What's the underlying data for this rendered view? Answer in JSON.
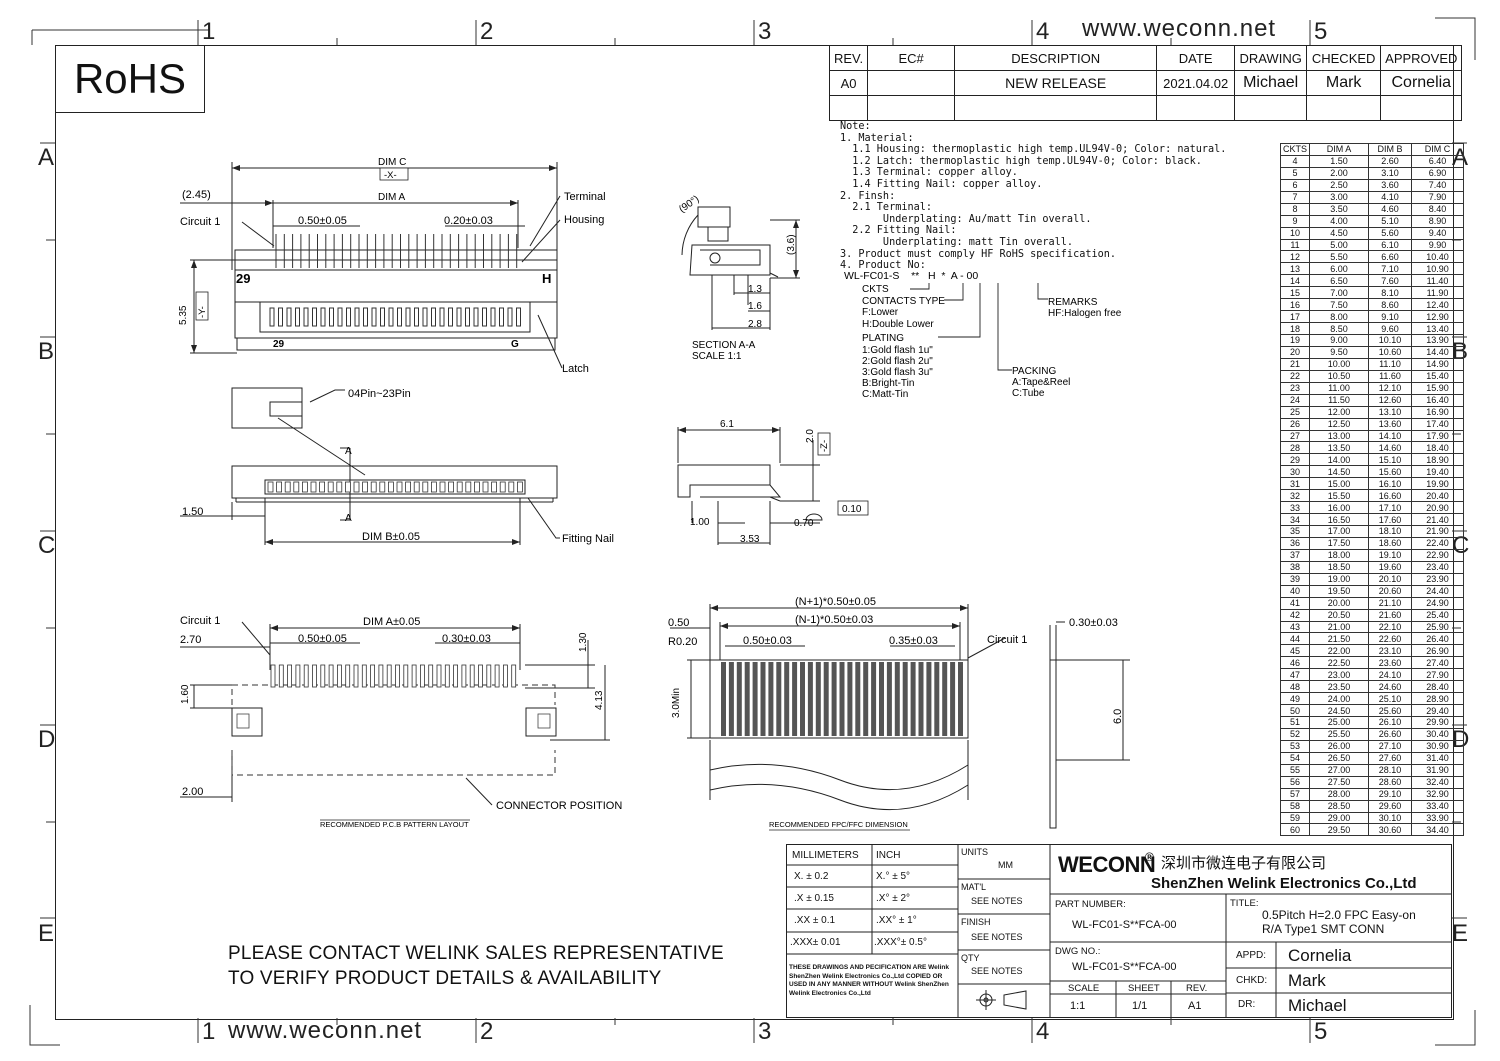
{
  "header": {
    "rohs": "RoHS",
    "url_top": "www.weconn.net",
    "url_bottom": "www.weconn.net"
  },
  "zones": {
    "columns": [
      "1",
      "2",
      "3",
      "4",
      "5"
    ],
    "rows": [
      "A",
      "B",
      "C",
      "D",
      "E"
    ]
  },
  "revision_block": {
    "headers": [
      "REV.",
      "EC#",
      "DESCRIPTION",
      "DATE",
      "DRAWING",
      "CHECKED",
      "APPROVED"
    ],
    "row": [
      "A0",
      "",
      "NEW RELEASE",
      "2021.04.02",
      "Michael",
      "Mark",
      "Cornelia"
    ]
  },
  "notes": [
    "Note:",
    "1. Material:",
    "  1.1 Housing: thermoplastic high temp.UL94V-0; Color: natural.",
    "  1.2 Latch: thermoplastic high temp.UL94V-0; Color: black.",
    "  1.3 Terminal: copper alloy.",
    "  1.4 Fitting Nail: copper alloy.",
    "2. Finsh:",
    "  2.1 Terminal:",
    "       Underplating: Au/matt Tin overall.",
    "  2.2 Fitting Nail:",
    "       Underplating: matt Tin overall.",
    "3. Product must comply HF RoHS specification.",
    "4. Product No:"
  ],
  "product_code": {
    "code": "WL-FC01-S    **   H  *  A - 00",
    "ckts": "CKTS",
    "contacts_type": "CONTACTS TYPE",
    "contacts_f": "F:Lower",
    "contacts_h": "H:Double Lower",
    "plating": "PLATING",
    "plating_1": "1:Gold flash 1u\"",
    "plating_2": "2:Gold flash 2u\"",
    "plating_3": "3:Gold flash 3u\"",
    "plating_b": "B:Bright-Tin",
    "plating_c": "C:Matt-Tin",
    "packing": "PACKING",
    "packing_a": "A:Tape&Reel",
    "packing_c": "C:Tube",
    "remarks": "REMARKS",
    "remarks_hf": "HF:Halogen free"
  },
  "dim_table": {
    "headers": [
      "CKTS",
      "DIM A",
      "DIM B",
      "DIM C"
    ],
    "rows": [
      [
        "4",
        "1.50",
        "2.60",
        "6.40"
      ],
      [
        "5",
        "2.00",
        "3.10",
        "6.90"
      ],
      [
        "6",
        "2.50",
        "3.60",
        "7.40"
      ],
      [
        "7",
        "3.00",
        "4.10",
        "7.90"
      ],
      [
        "8",
        "3.50",
        "4.60",
        "8.40"
      ],
      [
        "9",
        "4.00",
        "5.10",
        "8.90"
      ],
      [
        "10",
        "4.50",
        "5.60",
        "9.40"
      ],
      [
        "11",
        "5.00",
        "6.10",
        "9.90"
      ],
      [
        "12",
        "5.50",
        "6.60",
        "10.40"
      ],
      [
        "13",
        "6.00",
        "7.10",
        "10.90"
      ],
      [
        "14",
        "6.50",
        "7.60",
        "11.40"
      ],
      [
        "15",
        "7.00",
        "8.10",
        "11.90"
      ],
      [
        "16",
        "7.50",
        "8.60",
        "12.40"
      ],
      [
        "17",
        "8.00",
        "9.10",
        "12.90"
      ],
      [
        "18",
        "8.50",
        "9.60",
        "13.40"
      ],
      [
        "19",
        "9.00",
        "10.10",
        "13.90"
      ],
      [
        "20",
        "9.50",
        "10.60",
        "14.40"
      ],
      [
        "21",
        "10.00",
        "11.10",
        "14.90"
      ],
      [
        "22",
        "10.50",
        "11.60",
        "15.40"
      ],
      [
        "23",
        "11.00",
        "12.10",
        "15.90"
      ],
      [
        "24",
        "11.50",
        "12.60",
        "16.40"
      ],
      [
        "25",
        "12.00",
        "13.10",
        "16.90"
      ],
      [
        "26",
        "12.50",
        "13.60",
        "17.40"
      ],
      [
        "27",
        "13.00",
        "14.10",
        "17.90"
      ],
      [
        "28",
        "13.50",
        "14.60",
        "18.40"
      ],
      [
        "29",
        "14.00",
        "15.10",
        "18.90"
      ],
      [
        "30",
        "14.50",
        "15.60",
        "19.40"
      ],
      [
        "31",
        "15.00",
        "16.10",
        "19.90"
      ],
      [
        "32",
        "15.50",
        "16.60",
        "20.40"
      ],
      [
        "33",
        "16.00",
        "17.10",
        "20.90"
      ],
      [
        "34",
        "16.50",
        "17.60",
        "21.40"
      ],
      [
        "35",
        "17.00",
        "18.10",
        "21.90"
      ],
      [
        "36",
        "17.50",
        "18.60",
        "22.40"
      ],
      [
        "37",
        "18.00",
        "19.10",
        "22.90"
      ],
      [
        "38",
        "18.50",
        "19.60",
        "23.40"
      ],
      [
        "39",
        "19.00",
        "20.10",
        "23.90"
      ],
      [
        "40",
        "19.50",
        "20.60",
        "24.40"
      ],
      [
        "41",
        "20.00",
        "21.10",
        "24.90"
      ],
      [
        "42",
        "20.50",
        "21.60",
        "25.40"
      ],
      [
        "43",
        "21.00",
        "22.10",
        "25.90"
      ],
      [
        "44",
        "21.50",
        "22.60",
        "26.40"
      ],
      [
        "45",
        "22.00",
        "23.10",
        "26.90"
      ],
      [
        "46",
        "22.50",
        "23.60",
        "27.40"
      ],
      [
        "47",
        "23.00",
        "24.10",
        "27.90"
      ],
      [
        "48",
        "23.50",
        "24.60",
        "28.40"
      ],
      [
        "49",
        "24.00",
        "25.10",
        "28.90"
      ],
      [
        "50",
        "24.50",
        "25.60",
        "29.40"
      ],
      [
        "51",
        "25.00",
        "26.10",
        "29.90"
      ],
      [
        "52",
        "25.50",
        "26.60",
        "30.40"
      ],
      [
        "53",
        "26.00",
        "27.10",
        "30.90"
      ],
      [
        "54",
        "26.50",
        "27.60",
        "31.40"
      ],
      [
        "55",
        "27.00",
        "28.10",
        "31.90"
      ],
      [
        "56",
        "27.50",
        "28.60",
        "32.40"
      ],
      [
        "57",
        "28.00",
        "29.10",
        "32.90"
      ],
      [
        "58",
        "28.50",
        "29.60",
        "33.40"
      ],
      [
        "59",
        "29.00",
        "30.10",
        "33.90"
      ],
      [
        "60",
        "29.50",
        "30.60",
        "34.40"
      ]
    ]
  },
  "views": {
    "top": {
      "dim_c": "DIM C",
      "x_datum": "-X-",
      "dim_a": "DIM A",
      "offset": "(2.45)",
      "circuit1": "Circuit 1",
      "pitch": "0.50±0.05",
      "width": "0.20±0.03",
      "terminal": "Terminal",
      "housing": "Housing",
      "height": "5.35",
      "y_datum": "-Y-",
      "pin29_top": "29",
      "pin_h": "H",
      "pin29_bottom": "29",
      "pin_g": "G",
      "latch": "Latch"
    },
    "front": {
      "pin_range": "04Pin~23Pin",
      "section_a_top": "A",
      "section_a_bottom": "A",
      "offset": "1.50",
      "dim_b": "DIM B±0.05",
      "fitting_nail": "Fitting Nail"
    },
    "section": {
      "angle": "(90°)",
      "height": "(3.6)",
      "d1": "1.3",
      "d2": "1.6",
      "d3": "2.8",
      "label": "SECTION  A-A",
      "scale": "SCALE     1:1"
    },
    "side": {
      "depth": "6.1",
      "height": "2.0",
      "z_datum": "-Z-",
      "flatness": "0.10",
      "d1": "1.00",
      "d2": "3.53",
      "d3": "0.70"
    },
    "pcb": {
      "circuit1": "Circuit 1",
      "dim_a": "DIM A±0.05",
      "offset": "2.70",
      "pitch": "0.50±0.05",
      "width": "0.30±0.03",
      "h1": "1.30",
      "h2": "1.60",
      "h3": "4.13",
      "h4": "2.00",
      "connector_position": "CONNECTOR POSITION",
      "caption": "RECOMMENDED P.C.B PATTERN LAYOUT"
    },
    "fpc": {
      "total": "(N+1)*0.50±0.05",
      "inner": "(N-1)*0.50±0.03",
      "edge": "0.50",
      "radius": "R0.20",
      "pitch": "0.50±0.03",
      "width": "0.35±0.03",
      "circuit1": "Circuit 1",
      "min": "3.0Min",
      "thickness": "0.30±0.03",
      "length": "6.0",
      "caption": "RECOMMENDED FPC/FFC DIMENSION"
    }
  },
  "contact_notice": [
    "PLEASE CONTACT WELINK SALES REPRESENTATIVE",
    "TO VERIFY PRODUCT DETAILS & AVAILABILITY"
  ],
  "title_block": {
    "tolerance": {
      "mm_header": "MILLIMETERS",
      "inch_header": "INCH",
      "mm": [
        "X.  ± 0.2",
        ".X  ± 0.15",
        ".XX ± 0.1",
        ".XXX± 0.01"
      ],
      "deg": [
        "X.°  ±  5°",
        ".X°  ±  2°",
        ".XX° ±  1°",
        ".XXX°± 0.5°"
      ]
    },
    "disclaimer": "THESE DRAWINGS AND PECIFICATION  ARE Welink ShenZhen Welink Electronics Co.,Ltd  COPIED OR USED IN ANY MANNER WITHOUT Welink ShenZhen Welink Electronics Co.,Ltd",
    "units_label": "UNITS",
    "units_value": "MM",
    "matl_label": "MAT'L",
    "matl_value": "SEE NOTES",
    "finish_label": "FINISH",
    "finish_value": "SEE NOTES",
    "qty_label": "QTY",
    "qty_value": "SEE NOTES",
    "brand": "WECONN",
    "brand_mark": "®",
    "company_cn": "深圳市微连电子有限公司",
    "company_en": "ShenZhen Welink Electronics Co.,Ltd",
    "part_number_label": "PART NUMBER:",
    "part_number": "WL-FC01-S**FCA-00",
    "dwg_no_label": "DWG NO.:",
    "dwg_no": "WL-FC01-S**FCA-00",
    "title_label": "TITLE:",
    "title_line1": "0.5Pitch H=2.0 FPC Easy-on",
    "title_line2": "R/A Type1 SMT CONN",
    "scale_label": "SCALE",
    "scale": "1:1",
    "sheet_label": "SHEET",
    "sheet": "1/1",
    "rev_label": "REV.",
    "rev": "A1",
    "appd_label": "APPD:",
    "appd": "Cornelia",
    "chkd_label": "CHKD:",
    "chkd": "Mark",
    "dr_label": "DR:",
    "dr": "Michael"
  }
}
